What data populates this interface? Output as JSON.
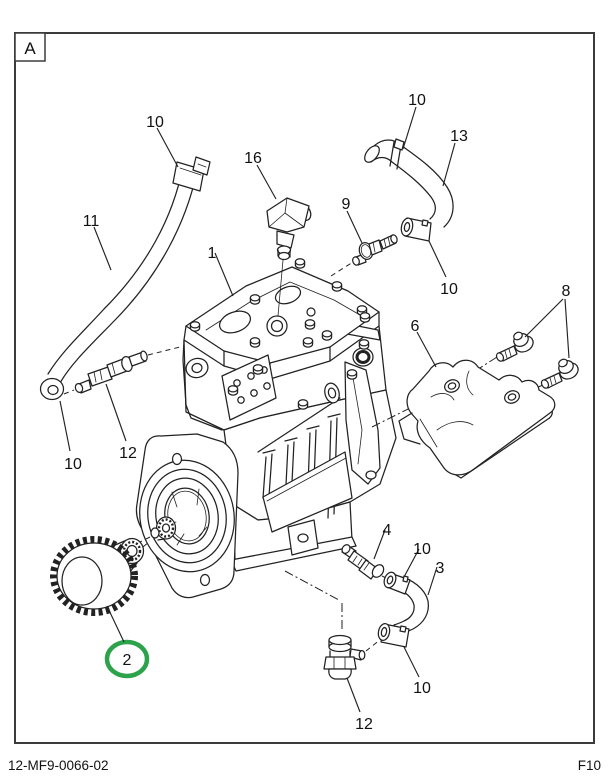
{
  "frame": {
    "zone_label": "A"
  },
  "footer": {
    "doc_number": "12-MF9-0066-02",
    "figure_code": "F10"
  },
  "style": {
    "highlight_color": "#2CA34B",
    "line_color": "#222222"
  },
  "callouts": [
    {
      "id": "hose11-clamp",
      "text": "10"
    },
    {
      "id": "hose11",
      "text": "11"
    },
    {
      "id": "sensor",
      "text": "16"
    },
    {
      "id": "compressor",
      "text": "1"
    },
    {
      "id": "hose13-clamp-upper",
      "text": "10"
    },
    {
      "id": "hose13",
      "text": "13"
    },
    {
      "id": "fitting9",
      "text": "9"
    },
    {
      "id": "hose13-clamp-lower",
      "text": "10"
    },
    {
      "id": "bolts8",
      "text": "8"
    },
    {
      "id": "bracket6",
      "text": "6"
    },
    {
      "id": "fitting12-left",
      "text": "12"
    },
    {
      "id": "hose11-ferrule",
      "text": "10"
    },
    {
      "id": "gear2-highlighted",
      "text": "2"
    },
    {
      "id": "fitting4",
      "text": "4"
    },
    {
      "id": "hose3-clamp-upper",
      "text": "10"
    },
    {
      "id": "hose3",
      "text": "3"
    },
    {
      "id": "hose3-clamp-lower",
      "text": "10"
    },
    {
      "id": "elbow-fitting12",
      "text": "12"
    }
  ]
}
